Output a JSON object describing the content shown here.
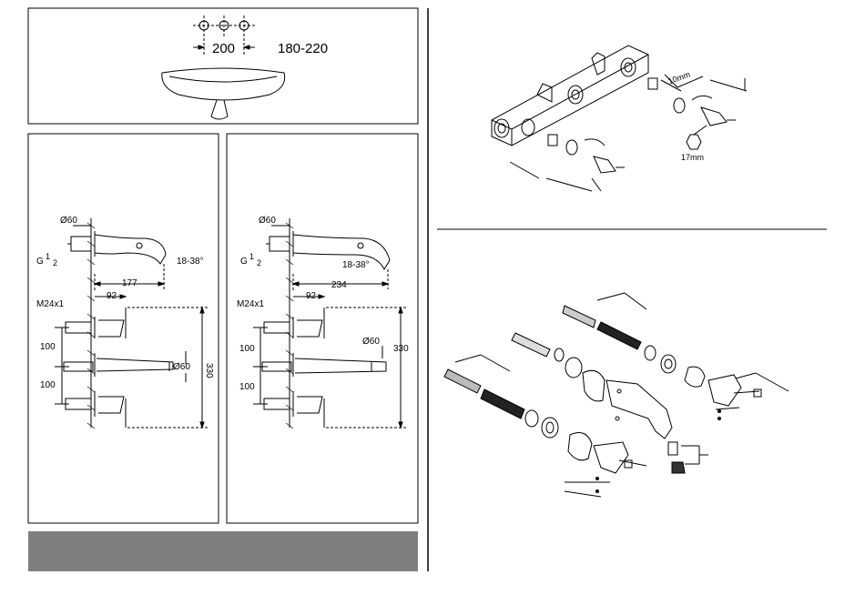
{
  "top_basin": {
    "dim_spacing": "200",
    "dim_range": "180-220"
  },
  "left_drawing": {
    "diam_top": "Ø60",
    "thread": "G",
    "thread_sup": "1",
    "thread_sub": "2",
    "angle": "18-38°",
    "spout_length": "177",
    "handle_offset": "92",
    "handle_thread": "M24x1",
    "spacing_upper": "100",
    "spacing_lower": "100",
    "diam_spout": "Ø60",
    "total_height": "330"
  },
  "right_drawing": {
    "diam_top": "Ø60",
    "thread": "G",
    "thread_sup": "1",
    "thread_sub": "2",
    "angle": "18-38°",
    "spout_length": "234",
    "handle_offset": "92",
    "handle_thread": "M24x1",
    "spacing_upper": "100",
    "spacing_lower": "100",
    "diam_spout": "Ø60",
    "total_height": "330"
  },
  "valve_body": {
    "hex_key": "10mm",
    "wrench": "17mm"
  },
  "colors": {
    "footer_bar": "#7f7f7f",
    "line": "#000000"
  }
}
